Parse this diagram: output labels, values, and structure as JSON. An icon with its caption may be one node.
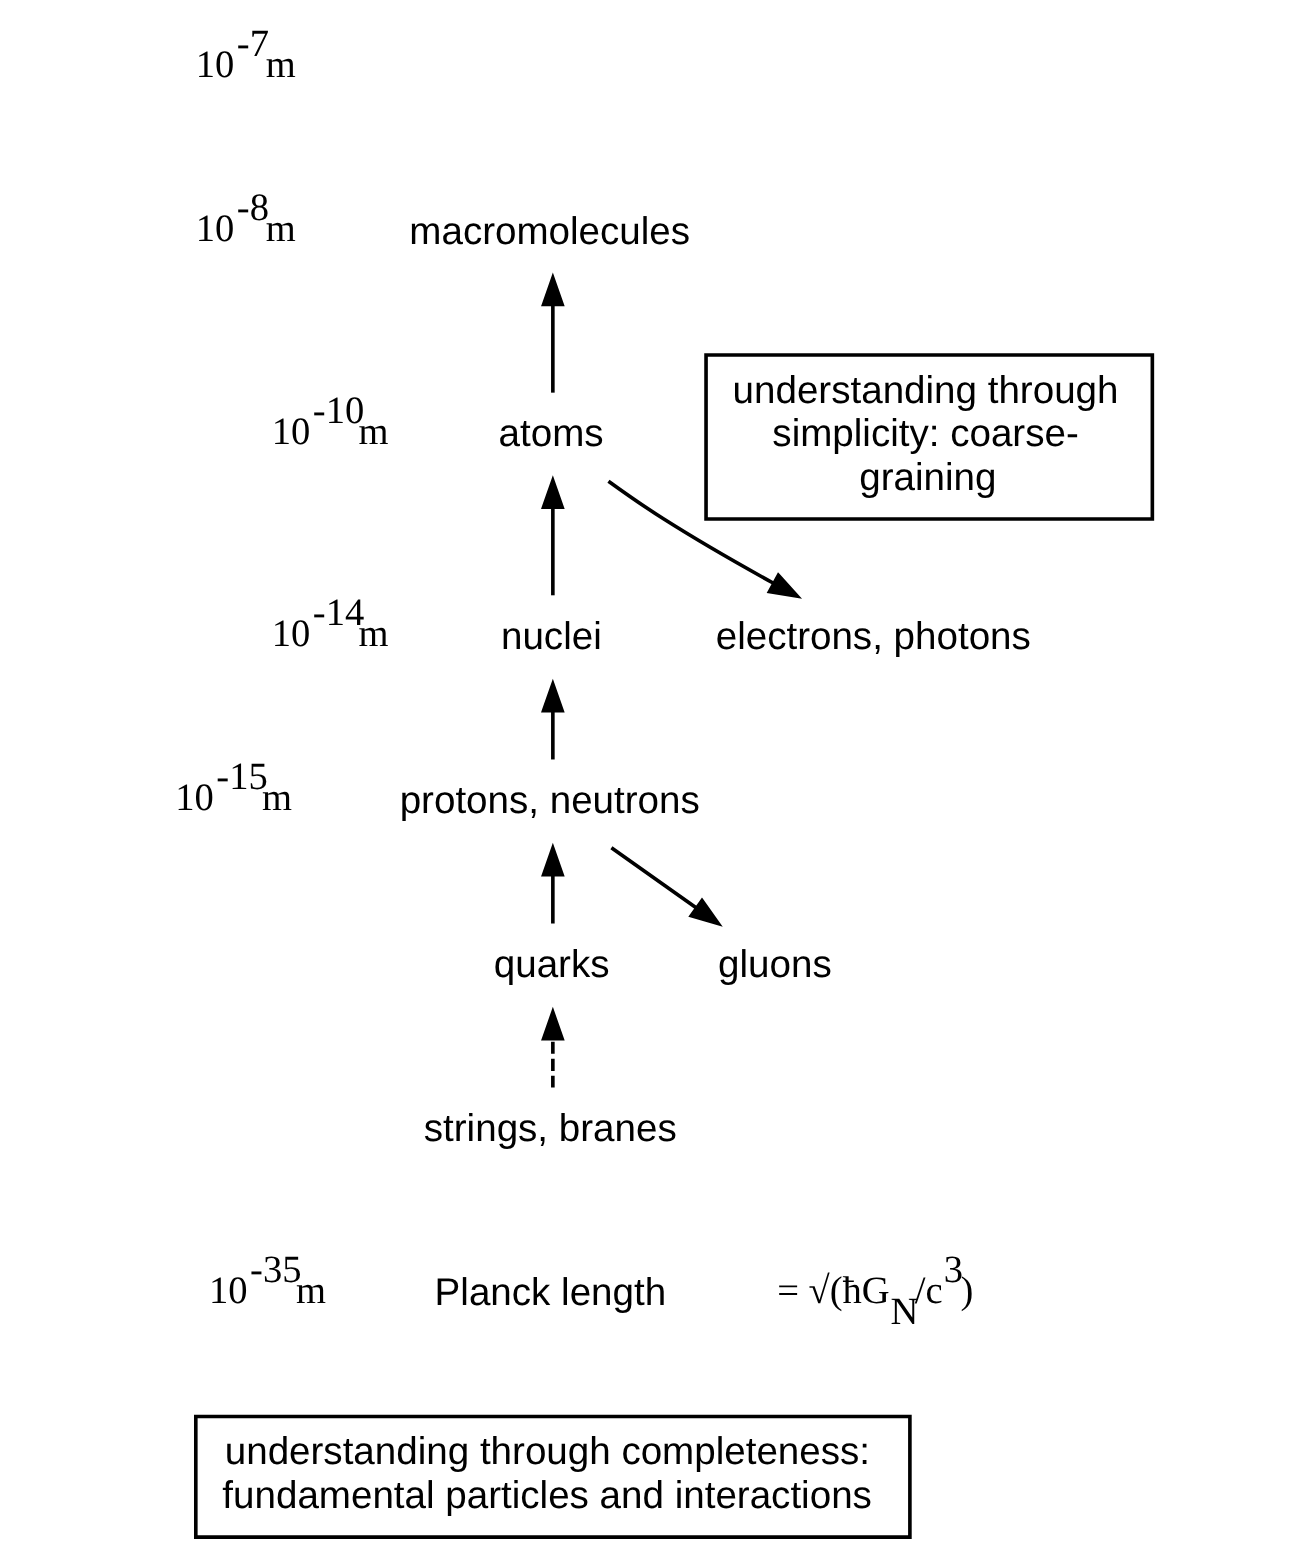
{
  "diagram": {
    "nodes": [
      {
        "text": [
          "macromolecules"
        ]
      },
      {
        "text": [
          "atoms"
        ]
      },
      {
        "text": [
          "electrons, photons"
        ]
      },
      {
        "text": [
          "nuclei"
        ]
      },
      {
        "text": [
          "protons, neutrons"
        ]
      },
      {
        "text": [
          "gluons"
        ]
      },
      {
        "text": [
          "quarks"
        ]
      },
      {
        "text": [
          "strings, branes"
        ]
      },
      {
        "text": [
          "Planck length"
        ]
      },
      {
        "text": [
          "understanding through simplicity: coarse-graining"
        ]
      },
      {
        "text": [
          "understanding through completeness: fundamental particles and interactions"
        ]
      }
    ],
    "edges": [
      {
        "from": 1,
        "to": 0,
        "arrow": "to"
      },
      {
        "from": 1,
        "to": 2,
        "arrow": "to"
      },
      {
        "from": 3,
        "to": 1,
        "arrow": "to"
      },
      {
        "from": 4,
        "to": 3,
        "arrow": "to"
      },
      {
        "from": 4,
        "to": 5,
        "arrow": "to"
      },
      {
        "from": 6,
        "to": 4,
        "arrow": "to"
      },
      {
        "from": 7,
        "to": 6,
        "arrow": "to",
        "style": "dashed"
      }
    ],
    "labels": [
      "10$^{-7}$m",
      "10$^{-8}$m",
      "10$^{-10}$m",
      "10$^{-14}$m",
      "10$^{-15}$m",
      "10$^{-35}$m",
      "= √(ħG$_{N}$/c$^{3}$)"
    ]
  }
}
